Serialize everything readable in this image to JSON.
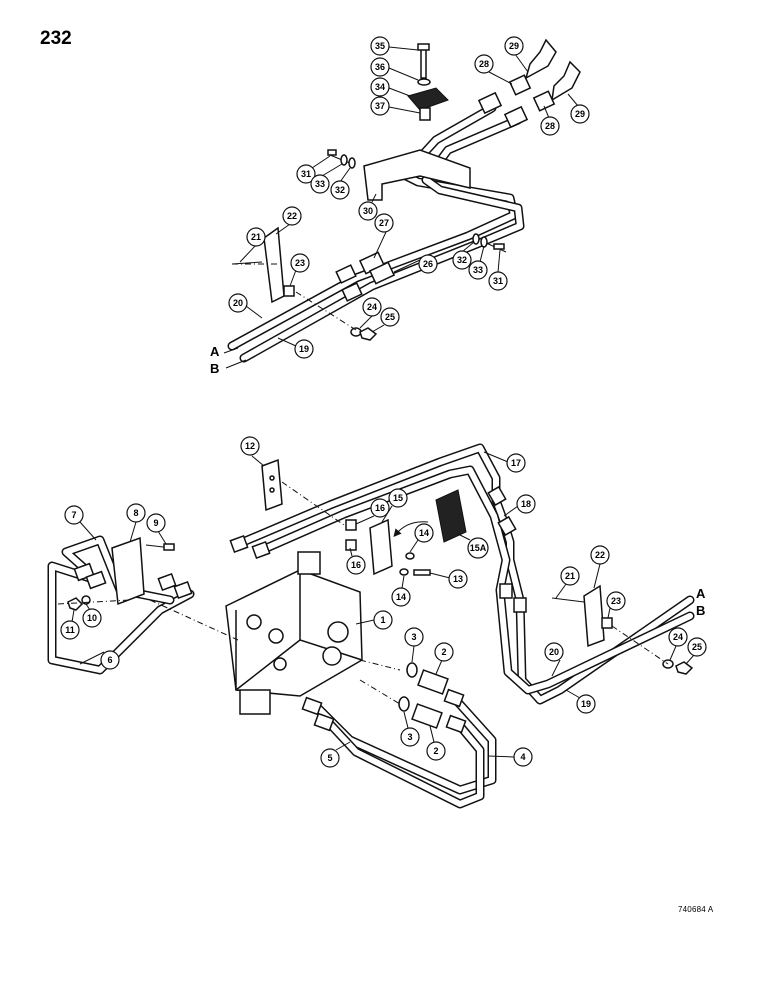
{
  "page": {
    "page_number": "232",
    "drawing_code": "740684 A"
  },
  "line_labels": {
    "a": "A",
    "b": "B"
  },
  "callouts": {
    "c1": "1",
    "c2a": "2",
    "c2b": "2",
    "c3a": "3",
    "c3b": "3",
    "c4": "4",
    "c5": "5",
    "c6": "6",
    "c7": "7",
    "c8": "8",
    "c9": "9",
    "c10": "10",
    "c11": "11",
    "c12": "12",
    "c13": "13",
    "c14a": "14",
    "c14b": "14",
    "c15": "15",
    "c15a": "15A",
    "c16a": "16",
    "c16b": "16",
    "c17": "17",
    "c18": "18",
    "c19top": "19",
    "c19bot": "19",
    "c20top": "20",
    "c20bot": "20",
    "c21top": "21",
    "c21bot": "21",
    "c22top": "22",
    "c22bot": "22",
    "c23top": "23",
    "c23bot": "23",
    "c24top": "24",
    "c24bot": "24",
    "c25top": "25",
    "c25bot": "25",
    "c26": "26",
    "c27": "27",
    "c28a": "28",
    "c28b": "28",
    "c29a": "29",
    "c29b": "29",
    "c30": "30",
    "c31a": "31",
    "c31b": "31",
    "c32a": "32",
    "c32b": "32",
    "c33a": "33",
    "c33b": "33",
    "c34": "34",
    "c35": "35",
    "c36": "36",
    "c37": "37"
  }
}
